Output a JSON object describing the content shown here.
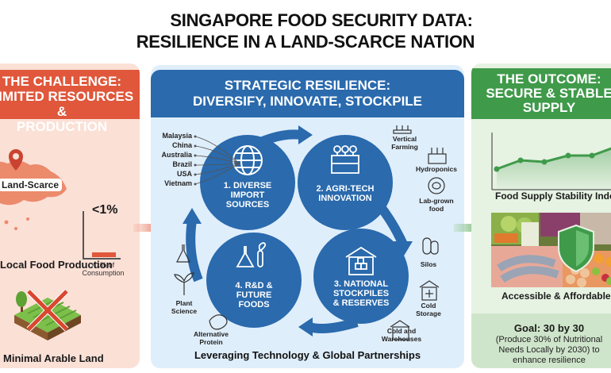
{
  "title": {
    "line1": "SINGAPORE FOOD SECURITY DATA:",
    "line2": "RESILIENCE IN A LAND-SCARCE NATION"
  },
  "challenge": {
    "header_line1": "THE CHALLENGE:",
    "header_line2": "LIMITED RESOURCES &",
    "header_line3": "PRODUCTION",
    "map_tag": "Land-Scarce",
    "stat_big": "<1%",
    "stat_small_line1": "<1% of",
    "stat_small_line2": "Consumption",
    "local_food_label": "Local Food Production",
    "arable_label": "Minimal Arable Land",
    "accent_color": "#e0573b"
  },
  "strategy": {
    "header_line1": "STRATEGIC RESILIENCE:",
    "header_line2": "DIVERSIFY, INNOVATE, STOCKPILE",
    "countries": [
      "Malaysia",
      "China",
      "Australia",
      "Brazil",
      "USA",
      "Vietnam"
    ],
    "nodes": [
      {
        "line1": "1. DIVERSE",
        "line2": "IMPORT",
        "line3": "SOURCES",
        "icon": "globe-icon"
      },
      {
        "line1": "2. AGRI-TECH",
        "line2": "INNOVATION",
        "line3": "",
        "icon": "vertical-farm-icon"
      },
      {
        "line1": "3. NATIONAL",
        "line2": "STOCKPILES",
        "line3": "& RESERVES",
        "icon": "warehouse-icon"
      },
      {
        "line1": "4. R&D &",
        "line2": "FUTURE",
        "line3": "FOODS",
        "icon": "lab-flask-icon"
      }
    ],
    "agritech_items": [
      {
        "line1": "Vertical",
        "line2": "Farming"
      },
      {
        "line1": "Hydroponics",
        "line2": ""
      },
      {
        "line1": "Lab-grown",
        "line2": "food"
      }
    ],
    "stockpile_items": [
      {
        "line1": "Silos",
        "line2": ""
      },
      {
        "line1": "Cold",
        "line2": "Storage"
      },
      {
        "line1": "Cold and",
        "line2": "Warehouses"
      }
    ],
    "rnd_items": [
      {
        "line1": "Plant",
        "line2": "Science"
      },
      {
        "line1": "Alternative",
        "line2": "Protein"
      }
    ],
    "footer": "Leveraging Technology & Global Partnerships",
    "accent_color": "#2a6aad"
  },
  "outcome": {
    "header_line1": "THE OUTCOME:",
    "header_line2": "SECURE & STABLE",
    "header_line3": "SUPPLY",
    "chart_title": "Food Supply Stability Index",
    "image_label": "Accessible & Affordable",
    "goal_title": "Goal: 30 by 30",
    "goal_line1": "(Produce 30% of Nutritional",
    "goal_line2": "Needs Locally by 2030) to",
    "goal_line3": "enhance resilience",
    "accent_color": "#3f9a4a"
  },
  "chart_data": {
    "type": "line",
    "title": "Food Supply Stability Index",
    "x": [
      1,
      2,
      3,
      4,
      5,
      6,
      7
    ],
    "values": [
      2.0,
      3.1,
      2.8,
      3.8,
      3.8,
      5.0,
      5.6
    ],
    "xlabel": "",
    "ylabel": "",
    "grid": false
  }
}
